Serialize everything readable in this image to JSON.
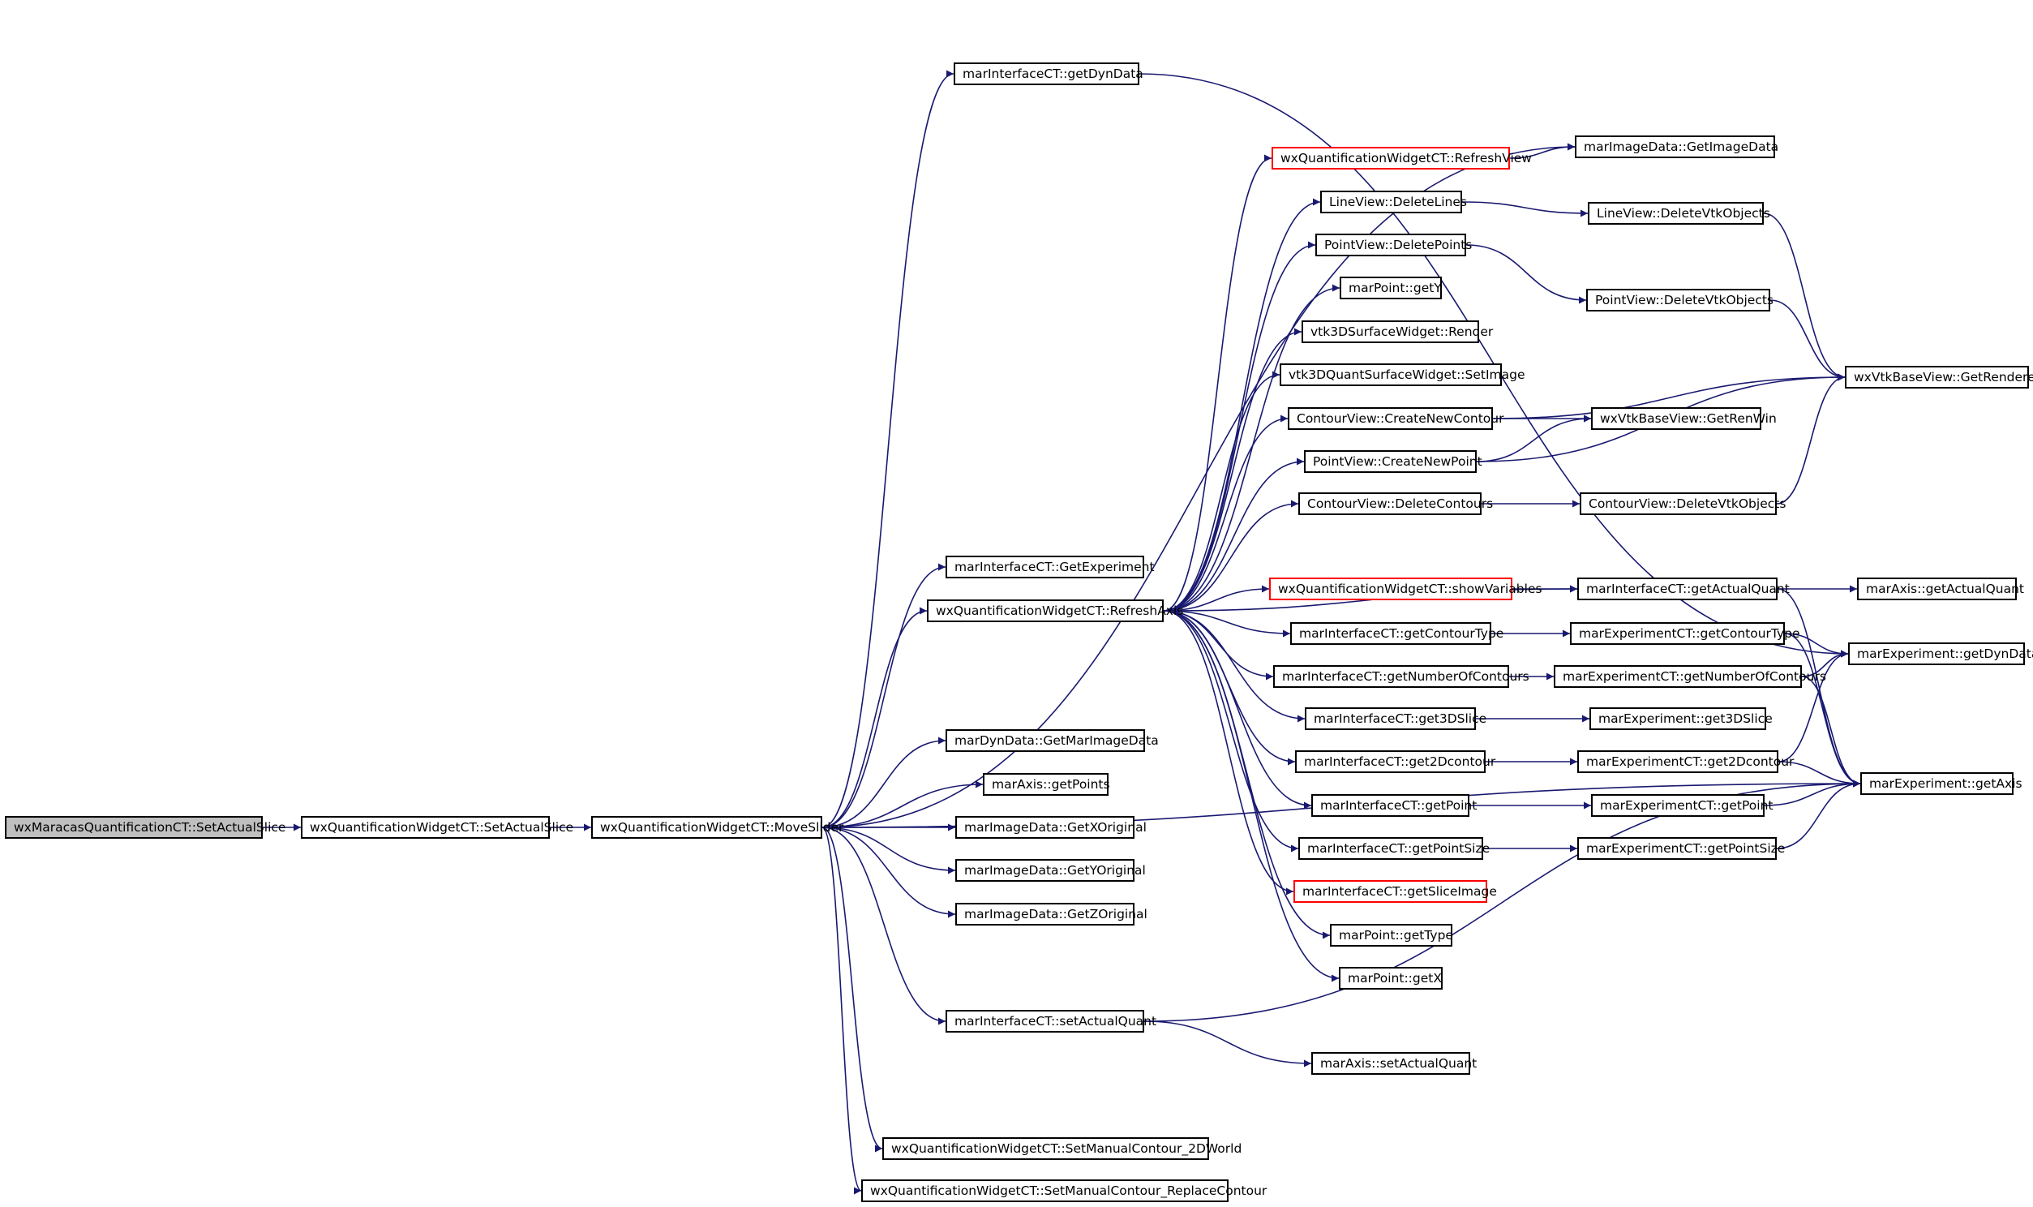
{
  "colors": {
    "edge": "#191970",
    "node_border": "#000000",
    "truncated_border": "#ff0000",
    "root_fill": "#bfbfbf"
  },
  "nodes": {
    "n_root": "wxMaracasQuantificationCT::SetActualSlice",
    "n_setslice": "wxQuantificationWidgetCT::SetActualSlice",
    "n_move": "wxQuantificationWidgetCT::MoveSlider",
    "n_getdyn_ict": "marInterfaceCT::getDynData",
    "n_getexp": "marInterfaceCT::GetExperiment",
    "n_refreshaxis": "wxQuantificationWidgetCT::RefreshAxis",
    "n_getmarimg": "marDynData::GetMarImageData",
    "n_getpoints": "marAxis::getPoints",
    "n_getx_orig": "marImageData::GetXOriginal",
    "n_gety_orig": "marImageData::GetYOriginal",
    "n_getz_orig": "marImageData::GetZOriginal",
    "n_setactq_ict": "marInterfaceCT::setActualQuant",
    "n_manual2d": "wxQuantificationWidgetCT::SetManualContour_2DWorld",
    "n_replace": "wxQuantificationWidgetCT::SetManualContour_ReplaceContour",
    "n_refreshview": "wxQuantificationWidgetCT::RefreshView",
    "n_getimgdata": "marImageData::GetImageData",
    "n_dellines": "LineView::DeleteLines",
    "n_lv_delvtk": "LineView::DeleteVtkObjects",
    "n_delpoints": "PointView::DeletePoints",
    "n_pv_delvtk": "PointView::DeleteVtkObjects",
    "n_gety": "marPoint::getY",
    "n_render": "vtk3DSurfaceWidget::Render",
    "n_setimage": "vtk3DQuantSurfaceWidget::SetImage",
    "n_createcontour": "ContourView::CreateNewContour",
    "n_getrenwin": "wxVtkBaseView::GetRenWin",
    "n_getrenderer": "wxVtkBaseView::GetRenderer",
    "n_createpoint": "PointView::CreateNewPoint",
    "n_delcontours": "ContourView::DeleteContours",
    "n_cv_delvtk": "ContourView::DeleteVtkObjects",
    "n_showvars": "wxQuantificationWidgetCT::showVariables",
    "n_getactq_ict": "marInterfaceCT::getActualQuant",
    "n_axis_getactq": "marAxis::getActualQuant",
    "n_getcontourtype": "marInterfaceCT::getContourType",
    "n_exp_contourtype": "marExperimentCT::getContourType",
    "n_exp_getdyn": "marExperiment::getDynData",
    "n_getnumcontours": "marInterfaceCT::getNumberOfContours",
    "n_exp_numcontours": "marExperimentCT::getNumberOfContours",
    "n_get3d": "marInterfaceCT::get3DSlice",
    "n_exp_get3d": "marExperiment::get3DSlice",
    "n_get2d": "marInterfaceCT::get2Dcontour",
    "n_exp_get2d": "marExperimentCT::get2Dcontour",
    "n_exp_getaxis": "marExperiment::getAxis",
    "n_getpoint": "marInterfaceCT::getPoint",
    "n_exp_getpoint": "marExperimentCT::getPoint",
    "n_getpointsize": "marInterfaceCT::getPointSize",
    "n_exp_pointsize": "marExperimentCT::getPointSize",
    "n_getsliceimg": "marInterfaceCT::getSliceImage",
    "n_gettype": "marPoint::getType",
    "n_getx": "marPoint::getX",
    "n_axis_setactq": "marAxis::setActualQuant"
  },
  "edges": [
    [
      "n_root",
      "n_setslice"
    ],
    [
      "n_setslice",
      "n_move"
    ],
    [
      "n_move",
      "n_getdyn_ict"
    ],
    [
      "n_move",
      "n_getimgdata"
    ],
    [
      "n_move",
      "n_getexp"
    ],
    [
      "n_move",
      "n_refreshaxis"
    ],
    [
      "n_move",
      "n_getmarimg"
    ],
    [
      "n_move",
      "n_getpoints"
    ],
    [
      "n_move",
      "n_getx_orig"
    ],
    [
      "n_move",
      "n_gety_orig"
    ],
    [
      "n_move",
      "n_getz_orig"
    ],
    [
      "n_move",
      "n_setactq_ict"
    ],
    [
      "n_move",
      "n_exp_getaxis"
    ],
    [
      "n_move",
      "n_manual2d"
    ],
    [
      "n_move",
      "n_replace"
    ],
    [
      "n_getdyn_ict",
      "n_exp_getdyn"
    ],
    [
      "n_refreshaxis",
      "n_refreshview"
    ],
    [
      "n_refreshaxis",
      "n_dellines"
    ],
    [
      "n_refreshaxis",
      "n_delpoints"
    ],
    [
      "n_refreshaxis",
      "n_gety"
    ],
    [
      "n_refreshaxis",
      "n_render"
    ],
    [
      "n_refreshaxis",
      "n_setimage"
    ],
    [
      "n_refreshaxis",
      "n_createcontour"
    ],
    [
      "n_refreshaxis",
      "n_createpoint"
    ],
    [
      "n_refreshaxis",
      "n_delcontours"
    ],
    [
      "n_refreshaxis",
      "n_getactq_ict"
    ],
    [
      "n_refreshaxis",
      "n_showvars"
    ],
    [
      "n_refreshaxis",
      "n_getcontourtype"
    ],
    [
      "n_refreshaxis",
      "n_getnumcontours"
    ],
    [
      "n_refreshaxis",
      "n_get3d"
    ],
    [
      "n_refreshaxis",
      "n_get2d"
    ],
    [
      "n_refreshaxis",
      "n_getpoint"
    ],
    [
      "n_refreshaxis",
      "n_getpointsize"
    ],
    [
      "n_refreshaxis",
      "n_getsliceimg"
    ],
    [
      "n_refreshaxis",
      "n_gettype"
    ],
    [
      "n_refreshaxis",
      "n_getx"
    ],
    [
      "n_refreshview",
      "n_getimgdata"
    ],
    [
      "n_dellines",
      "n_lv_delvtk"
    ],
    [
      "n_lv_delvtk",
      "n_getrenderer"
    ],
    [
      "n_delpoints",
      "n_pv_delvtk"
    ],
    [
      "n_pv_delvtk",
      "n_getrenderer"
    ],
    [
      "n_createcontour",
      "n_getrenderer"
    ],
    [
      "n_createcontour",
      "n_getrenwin"
    ],
    [
      "n_createpoint",
      "n_getrenwin"
    ],
    [
      "n_createpoint",
      "n_getrenderer"
    ],
    [
      "n_delcontours",
      "n_cv_delvtk"
    ],
    [
      "n_cv_delvtk",
      "n_getrenderer"
    ],
    [
      "n_showvars",
      "n_getactq_ict"
    ],
    [
      "n_getactq_ict",
      "n_axis_getactq"
    ],
    [
      "n_getactq_ict",
      "n_exp_getaxis"
    ],
    [
      "n_getcontourtype",
      "n_exp_contourtype"
    ],
    [
      "n_exp_contourtype",
      "n_exp_getdyn"
    ],
    [
      "n_exp_contourtype",
      "n_exp_getaxis"
    ],
    [
      "n_getnumcontours",
      "n_exp_numcontours"
    ],
    [
      "n_exp_numcontours",
      "n_exp_getdyn"
    ],
    [
      "n_exp_numcontours",
      "n_exp_getaxis"
    ],
    [
      "n_get3d",
      "n_exp_get3d"
    ],
    [
      "n_get2d",
      "n_exp_get2d"
    ],
    [
      "n_exp_get2d",
      "n_exp_getdyn"
    ],
    [
      "n_exp_get2d",
      "n_exp_getaxis"
    ],
    [
      "n_getpoint",
      "n_exp_getpoint"
    ],
    [
      "n_exp_getpoint",
      "n_exp_getaxis"
    ],
    [
      "n_getpointsize",
      "n_exp_pointsize"
    ],
    [
      "n_exp_pointsize",
      "n_exp_getaxis"
    ],
    [
      "n_setactq_ict",
      "n_exp_getaxis"
    ],
    [
      "n_setactq_ict",
      "n_axis_setactq"
    ]
  ]
}
